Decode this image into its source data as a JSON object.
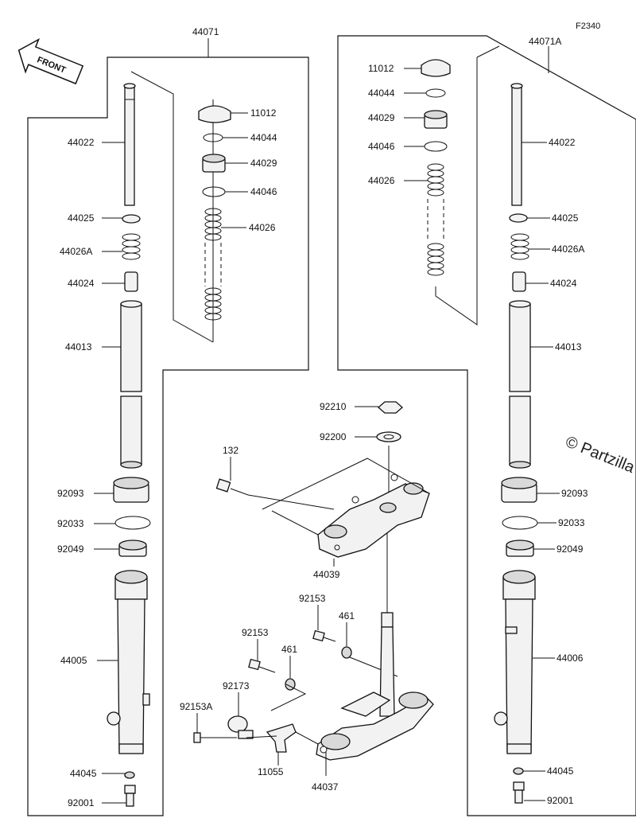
{
  "figure_code": "F2340",
  "front_label": "FRONT",
  "watermark": "© Partzilla",
  "labels": {
    "p44071": "44071",
    "p44071a": "44071A",
    "p11012_l": "11012",
    "p44044_l": "44044",
    "p44029_l": "44029",
    "p44046_l": "44046",
    "p44026_l": "44026",
    "p44022_l": "44022",
    "p44025_l": "44025",
    "p44026a_l": "44026A",
    "p44024_l": "44024",
    "p44013_l": "44013",
    "p92093_l": "92093",
    "p92033_l": "92033",
    "p92049_l": "92049",
    "p44005": "44005",
    "p44045_l": "44045",
    "p92001_l": "92001",
    "p11012_r": "11012",
    "p44044_r": "44044",
    "p44029_r": "44029",
    "p44046_r": "44046",
    "p44026_r": "44026",
    "p44022_r": "44022",
    "p44025_r": "44025",
    "p44026a_r": "44026A",
    "p44024_r": "44024",
    "p44013_r": "44013",
    "p92093_r": "92093",
    "p92033_r": "92033",
    "p92049_r": "92049",
    "p44006": "44006",
    "p44045_r": "44045",
    "p92001_r": "92001",
    "p92210": "92210",
    "p92200": "92200",
    "p132": "132",
    "p44039": "44039",
    "p92153_a": "92153",
    "p461_a": "461",
    "p92153_b": "92153",
    "p461_b": "461",
    "p92173": "92173",
    "p92153a": "92153A",
    "p11055": "11055",
    "p44037": "44037"
  }
}
